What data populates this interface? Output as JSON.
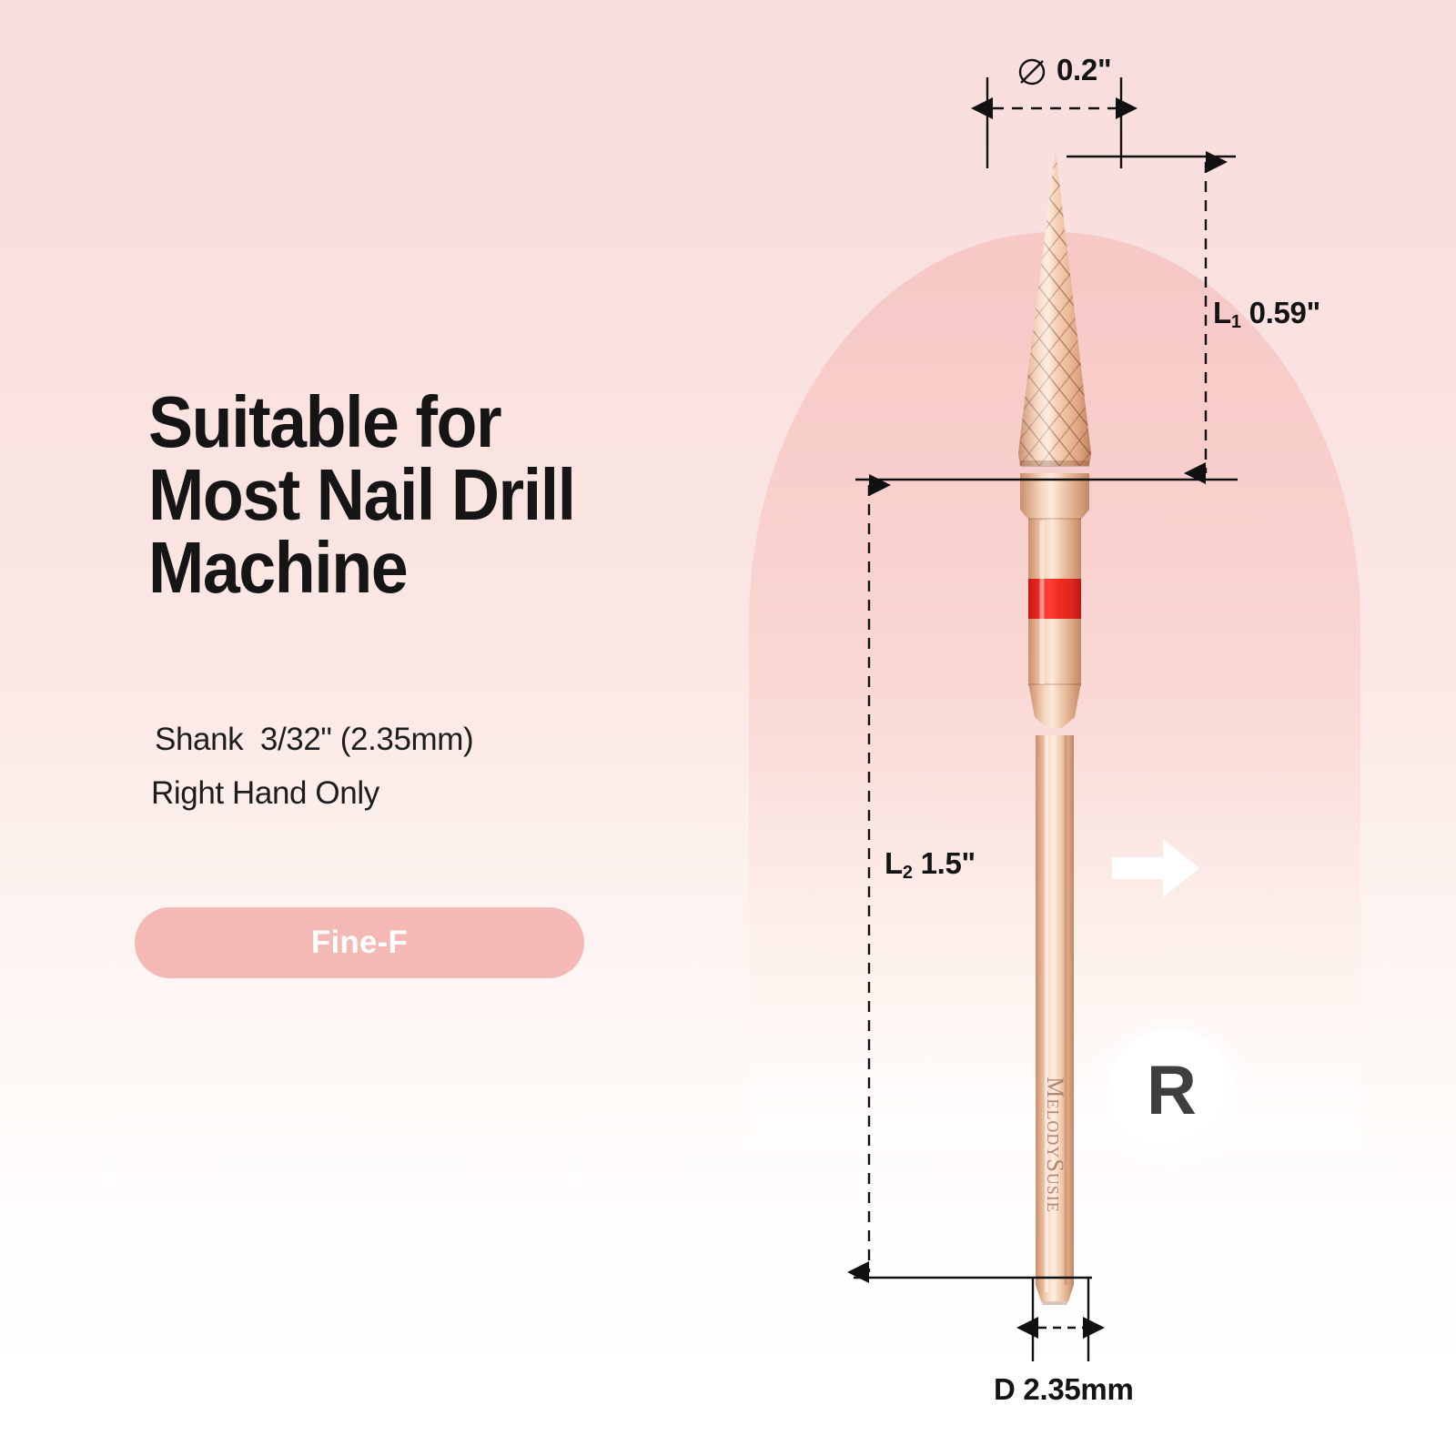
{
  "headline": {
    "line1": "Suitable for",
    "line2": "Most Nail Drill",
    "line3": "Machine"
  },
  "specs": {
    "shank": "Shank  3/32\" (2.35mm)",
    "hand": "Right Hand Only"
  },
  "grit_badge": {
    "label": "Fine-F",
    "fill_color": "#F4B9B5",
    "text_color": "#FFFFFF"
  },
  "product": {
    "brand_engraving": "MelodySusie",
    "band_color": "#EE2B24",
    "metal_color": "#E2A храм"
  },
  "dimensions": {
    "diameter": {
      "symbol": "⌀",
      "value": "0.2\"",
      "position": "top"
    },
    "head_length": {
      "label": "L",
      "subscript": "1",
      "value": "0.59\""
    },
    "total_length": {
      "label": "L",
      "subscript": "2",
      "value": "1.5\""
    },
    "shank_diameter": {
      "value": "D 2.35mm"
    }
  },
  "rotation_badge": {
    "letter": "R",
    "meaning_icon": "arrow-right-icon"
  },
  "colors": {
    "background_top": "#F8DEDD",
    "background_bottom": "#FFFFFF",
    "arch_top": "#F6C8C6",
    "accent_pink": "#F4B9B5",
    "red_band": "#EE2B24",
    "text_dark": "#151515"
  }
}
